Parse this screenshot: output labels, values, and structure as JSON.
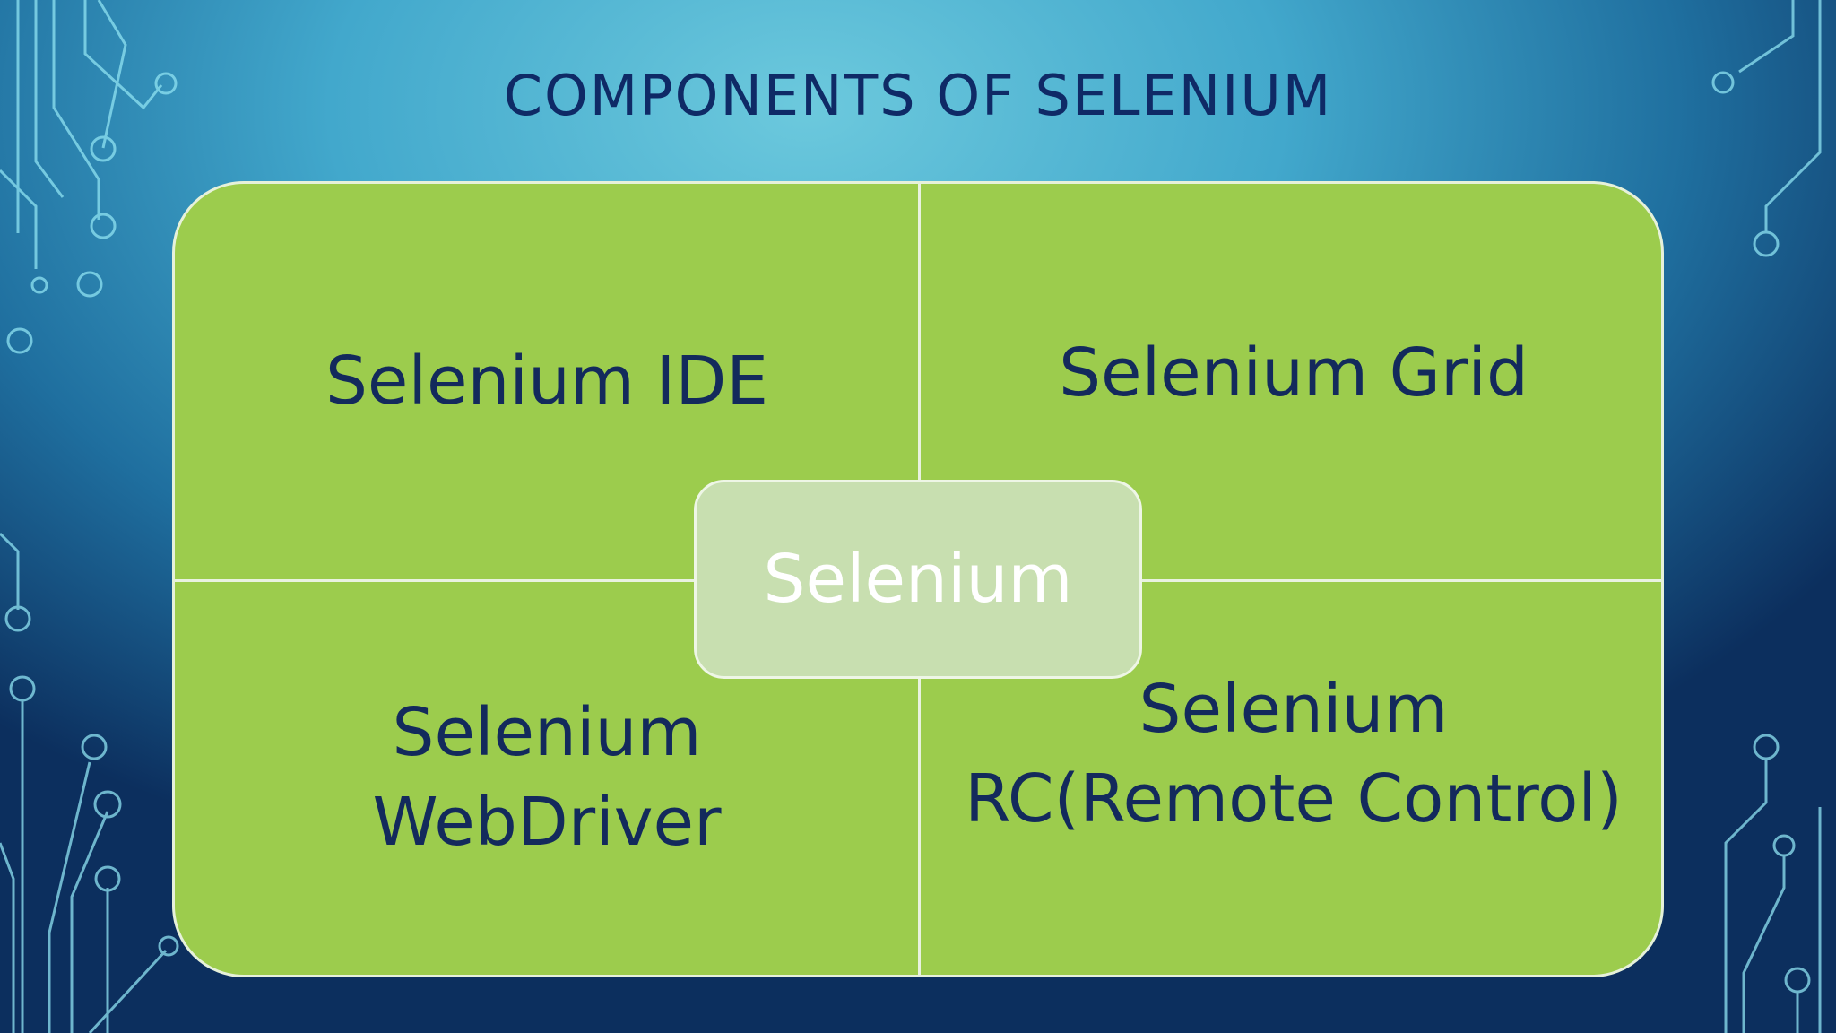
{
  "slide": {
    "title": "COMPONENTS OF SELENIUM"
  },
  "diagram": {
    "center_label": "Selenium",
    "quadrants": {
      "top_left": "Selenium IDE",
      "top_right": "Selenium Grid",
      "bottom_left": "Selenium WebDriver",
      "bottom_right": "Selenium RC(Remote Control)"
    }
  },
  "colors": {
    "background_light": "#6cc9dd",
    "background_dark": "#0c2f5e",
    "panel_green": "#9ccc4d",
    "center_box": "#c8dfb0",
    "text_navy": "#132a5c",
    "circuit_lines": "#8fe3f2"
  }
}
